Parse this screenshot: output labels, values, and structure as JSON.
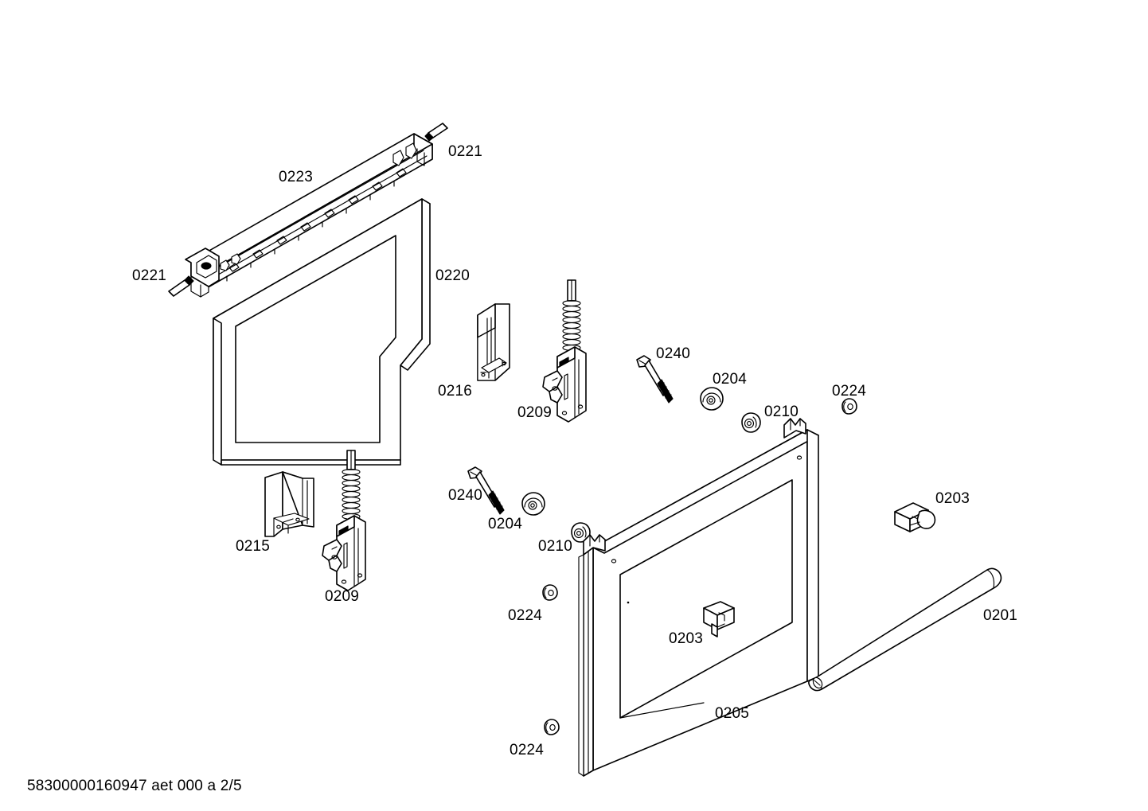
{
  "document": {
    "type": "exploded-parts-diagram",
    "subject": "oven door assembly",
    "footer": "58300000160947 aet 000 a 2/5",
    "background_color": "#ffffff",
    "line_color": "#000000"
  },
  "labels": {
    "handle_rod": "0201",
    "door_clip_outer": "0203",
    "door_clip_inner": "0203",
    "washer_upper": "0204",
    "washer_lower": "0204",
    "outer_door_panel": "0205",
    "hinge_upper": "0209",
    "hinge_lower": "0209",
    "spacer_upper": "0210",
    "spacer_lower": "0210",
    "bracket_lower": "0215",
    "bracket_upper": "0216",
    "inner_door_panel": "0220",
    "pin_left": "0221",
    "pin_right": "0221",
    "handle_bar": "0223",
    "clip_right": "0224",
    "clip_left_upper": "0224",
    "clip_left_lower": "0224",
    "screw_upper": "0240",
    "screw_lower": "0240"
  },
  "parts_list": [
    {
      "number": "0201",
      "name": "handle-rod"
    },
    {
      "number": "0203",
      "name": "door-clip"
    },
    {
      "number": "0204",
      "name": "washer"
    },
    {
      "number": "0205",
      "name": "outer-door-panel"
    },
    {
      "number": "0209",
      "name": "hinge-with-spring"
    },
    {
      "number": "0210",
      "name": "spacer-bushing"
    },
    {
      "number": "0215",
      "name": "bracket"
    },
    {
      "number": "0216",
      "name": "bracket"
    },
    {
      "number": "0220",
      "name": "inner-door-panel"
    },
    {
      "number": "0221",
      "name": "pin"
    },
    {
      "number": "0223",
      "name": "handle-bar"
    },
    {
      "number": "0224",
      "name": "small-clip"
    },
    {
      "number": "0240",
      "name": "screw"
    }
  ]
}
